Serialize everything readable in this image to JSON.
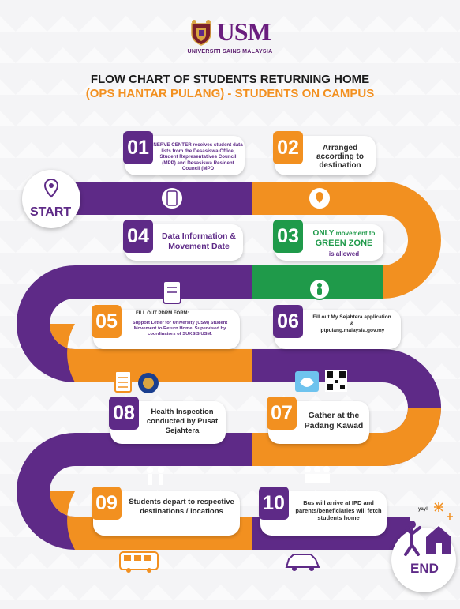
{
  "header": {
    "logo_text": "USM",
    "university_name": "UNIVERSITI SAINS MALAYSIA",
    "title_line1": "FLOW CHART OF STUDENTS RETURNING HOME",
    "title_line2": "(OPS  HANTAR PULANG) - STUDENTS ON CAMPUS"
  },
  "start_label": "START",
  "end_label": "END",
  "yay_text": "yay!",
  "steps": [
    {
      "number": "01",
      "text": "NERVE CENTER receives student data lists from the Desasiswa Office, Student Representatives Council (MPP) and Desasiswa Resident Council (MPD"
    },
    {
      "number": "02",
      "text": "Arranged according to destination"
    },
    {
      "number": "03",
      "text_only": "ONLY",
      "text_mid": " movement to",
      "text_zone": "GREEN ZONE",
      "text_end": "is allowed"
    },
    {
      "number": "04",
      "text": "Data Information & Movement Date"
    },
    {
      "number": "05",
      "title": "FILL OUT PDRM FORM:",
      "text": "Support Letter for University (USM) Student Movement to Return Home. Supervised by coordinators of SUKSIS USM."
    },
    {
      "number": "06",
      "line1": "Fill out My Sejahtera application",
      "line2": "&",
      "line3": "iptpulang.malaysia.gov.my"
    },
    {
      "number": "07",
      "text": "Gather at the Padang Kawad"
    },
    {
      "number": "08",
      "text": "Health Inspection conducted by Pusat Sejahtera"
    },
    {
      "number": "09",
      "text": "Students depart to respective destinations / locations"
    },
    {
      "number": "10",
      "text": "Bus will arrive at IPD and parents/beneficiaries will fetch students home"
    }
  ],
  "colors": {
    "purple": "#5e2a87",
    "orange": "#f29020",
    "green": "#1f9a4a",
    "title_dark": "#1c1c1c",
    "title_orange": "#f29020"
  },
  "icons": [
    "location-pin-icon",
    "map-pin-icon",
    "phone-icon",
    "person-icon",
    "checklist-icon",
    "police-badge-icon",
    "mysejahtera-icon",
    "qr-code-icon",
    "health-check-icon",
    "crowd-icon",
    "bus-icon",
    "car-icon",
    "celebrating-person-icon",
    "house-icon"
  ]
}
